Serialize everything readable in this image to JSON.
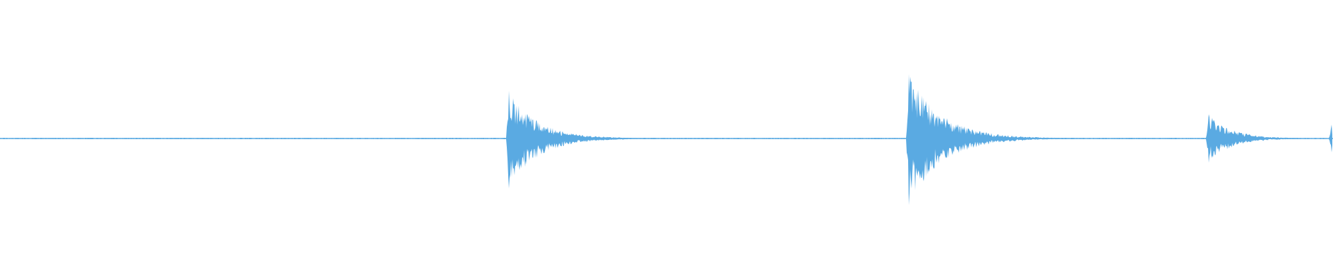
{
  "waveform": {
    "color": "#5aaae2",
    "background": "#ffffff",
    "baseline_level": 0.01,
    "transients": [
      {
        "time_fraction": 0.3818,
        "peak_up": 0.69,
        "peak_down": 0.72,
        "decay": 0.035
      },
      {
        "time_fraction": 0.6818,
        "peak_up": 0.93,
        "peak_down": 0.96,
        "decay": 0.04
      },
      {
        "time_fraction": 0.9068,
        "peak_up": 0.35,
        "peak_down": 0.35,
        "decay": 0.028
      },
      {
        "time_fraction": 0.999,
        "peak_up": 0.2,
        "peak_down": 0.2,
        "decay": 0.002
      }
    ]
  }
}
